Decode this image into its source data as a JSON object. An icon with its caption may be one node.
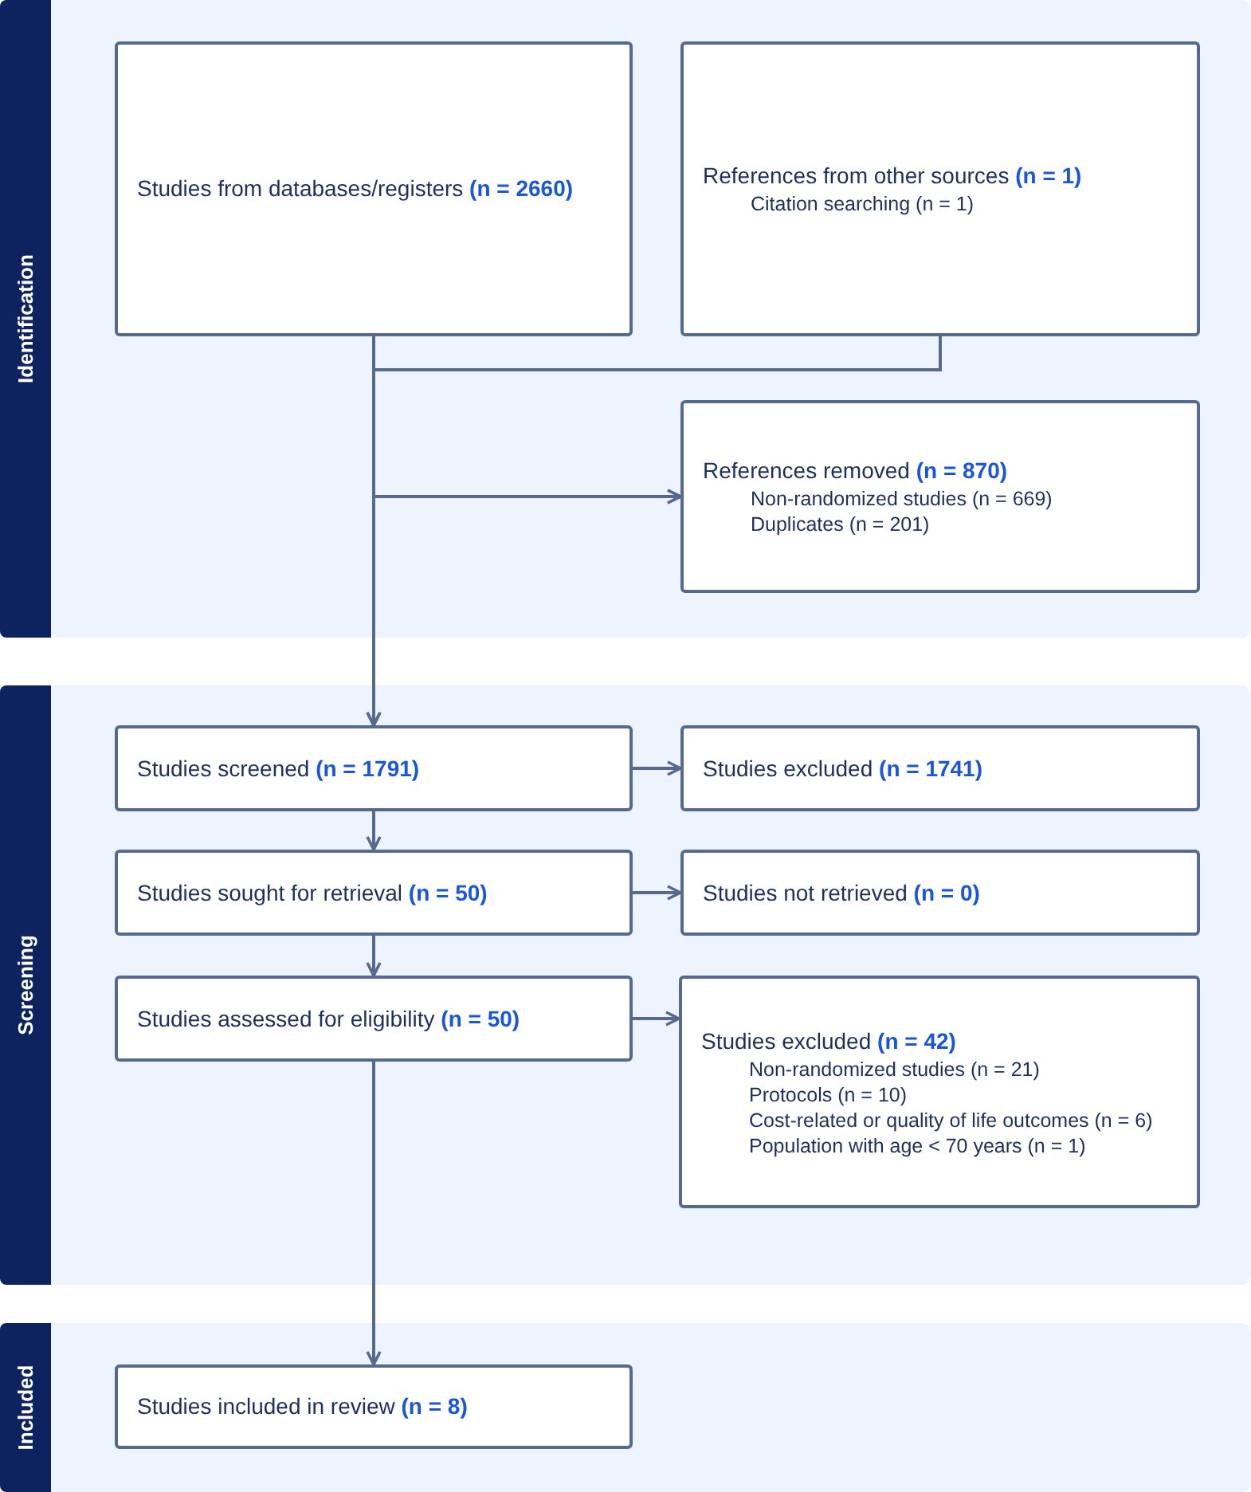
{
  "diagram": {
    "nodes": [
      {
        "text": [
          "Identification"
        ]
      },
      {
        "text": [
          "Studies from databases/registers **(n = 2660)**"
        ],
        "in": 0
      },
      {
        "text": [
          "References from other sources **(n = 1)**",
          "Citation searching (n = 1)"
        ],
        "in": 0
      },
      {
        "text": [
          "References removed **(n = 870)**",
          "Non-randomized studies (n = 669)",
          "Duplicates (n = 201)"
        ],
        "in": 0
      },
      {
        "text": [
          "Screening"
        ]
      },
      {
        "text": [
          "Studies screened **(n = 1791)**"
        ],
        "in": 4
      },
      {
        "text": [
          "Studies excluded **(n = 1741)**"
        ],
        "in": 4
      },
      {
        "text": [
          "Studies sought for retrieval **(n = 50)**"
        ],
        "in": 4
      },
      {
        "text": [
          "Studies not retrieved **(n = 0)**"
        ],
        "in": 4
      },
      {
        "text": [
          "Studies assessed for eligibility **(n = 50)**"
        ],
        "in": 4
      },
      {
        "text": [
          "Studies excluded **(n = 42)**",
          "Non-randomized studies (n = 21)",
          "Protocols (n = 10)",
          "Cost-related or quality of life outcomes (n = 6)",
          "Population with age < 70 years (n = 1)"
        ],
        "in": 4
      },
      {
        "text": [
          "Included"
        ]
      },
      {
        "text": [
          "Studies included in review **(n = 8)**"
        ],
        "in": 11
      }
    ],
    "edges": [
      {
        "from": 1,
        "to": 3,
        "arrow": "to"
      },
      {
        "from": 2,
        "to": 3,
        "arrow": "to"
      },
      {
        "from": 1,
        "to": 5,
        "arrow": "to"
      },
      {
        "from": 2,
        "to": 5,
        "arrow": "to"
      },
      {
        "from": 5,
        "to": 6,
        "arrow": "to"
      },
      {
        "from": 5,
        "to": 7,
        "arrow": "to"
      },
      {
        "from": 7,
        "to": 8,
        "arrow": "to"
      },
      {
        "from": 7,
        "to": 9,
        "arrow": "to"
      },
      {
        "from": 9,
        "to": 10,
        "arrow": "to"
      },
      {
        "from": 9,
        "to": 12,
        "arrow": "to"
      }
    ]
  }
}
